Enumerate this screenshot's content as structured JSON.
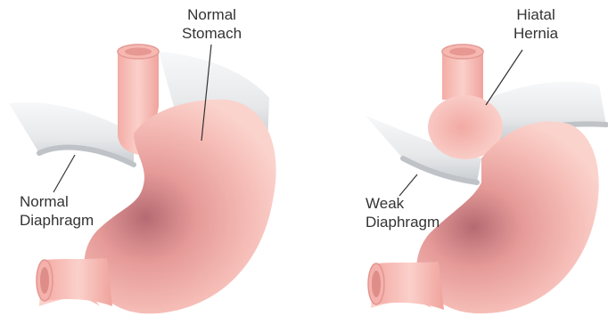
{
  "colors": {
    "stomach_light": "#f9c9c3",
    "stomach_mid": "#f2a7a1",
    "stomach_dark": "#b56a72",
    "diaphragm_light": "#f1f3f4",
    "diaphragm_dark": "#c8cbce",
    "leader_line": "#333333",
    "text": "#333333"
  },
  "labels": {
    "normal_stomach": [
      "Normal",
      "Stomach"
    ],
    "normal_diaphragm": [
      "Normal",
      "Diaphragm"
    ],
    "hiatal_hernia": [
      "Hiatal",
      "Hernia"
    ],
    "weak_diaphragm": [
      "Weak",
      "Diaphragm"
    ]
  }
}
